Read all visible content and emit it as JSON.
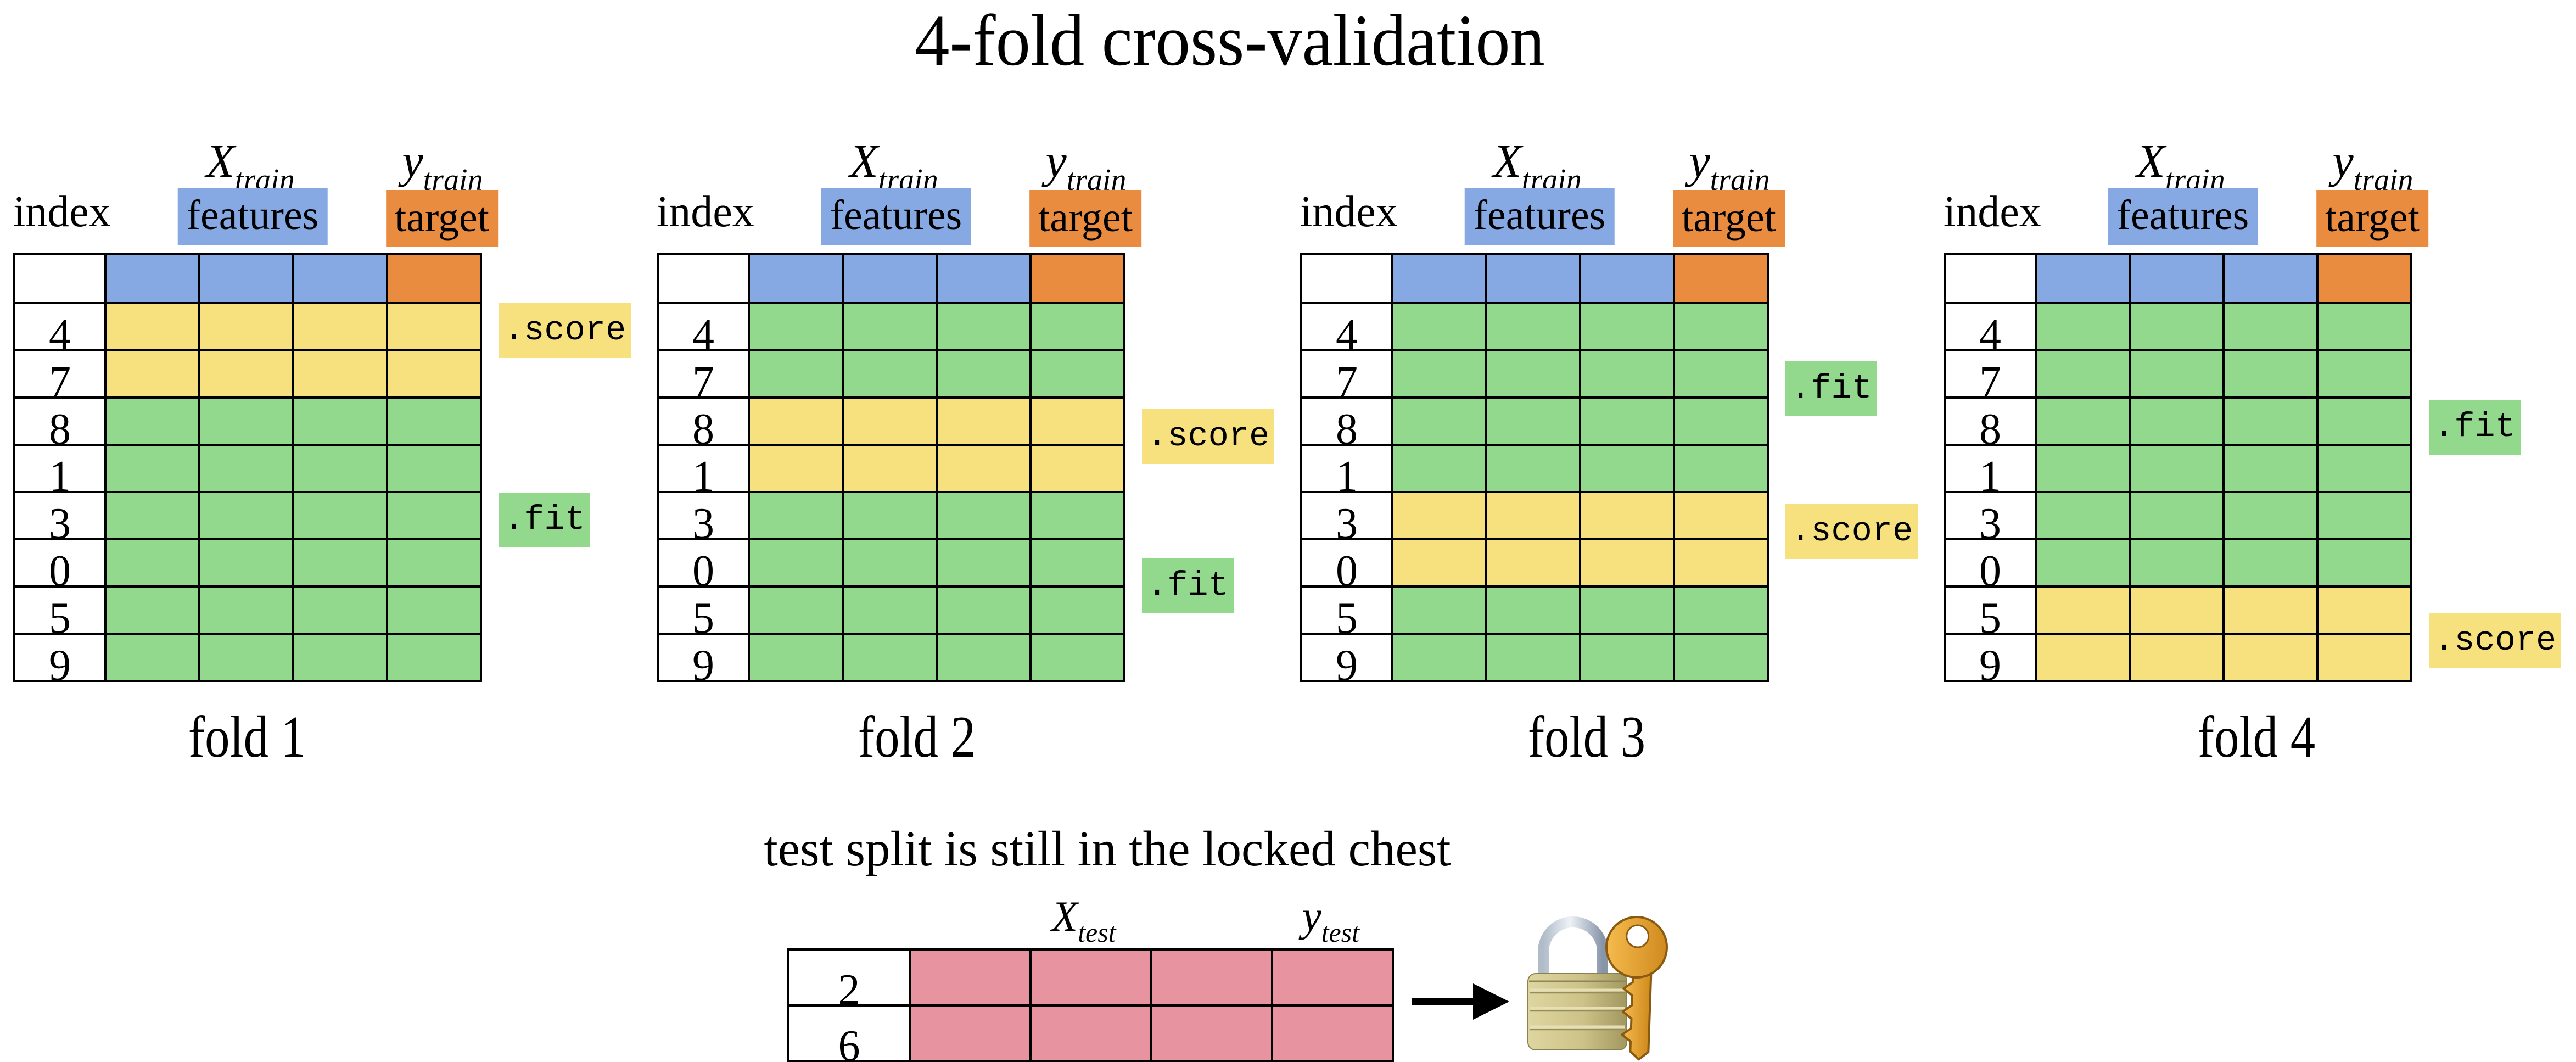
{
  "title": "4-fold cross-validation",
  "header": {
    "index_label": "index",
    "features_label": "features",
    "target_label": "target",
    "x_var": "X",
    "y_var": "y",
    "train_sub": "train"
  },
  "indices": [
    "4",
    "7",
    "8",
    "1",
    "3",
    "0",
    "5",
    "9"
  ],
  "fit_label": ".fit",
  "score_label": ".score",
  "folds": [
    {
      "label": "fold 1",
      "val_rows": [
        0,
        1
      ]
    },
    {
      "label": "fold 2",
      "val_rows": [
        2,
        3
      ]
    },
    {
      "label": "fold 3",
      "val_rows": [
        4,
        5
      ]
    },
    {
      "label": "fold 4",
      "val_rows": [
        6,
        7
      ]
    }
  ],
  "test_section": {
    "caption": "test split is still in the locked chest",
    "indices": [
      "2",
      "6"
    ],
    "x_var": "X",
    "y_var": "y",
    "test_sub": "test"
  },
  "icons": {
    "lock": "locked-with-key-icon",
    "arrow": "right-arrow"
  },
  "colors": {
    "features_blue": "#86a9e4",
    "target_orange": "#e98c3f",
    "validation_yellow": "#f7e17e",
    "train_green": "#93d98d",
    "test_pink": "#e893a0"
  }
}
